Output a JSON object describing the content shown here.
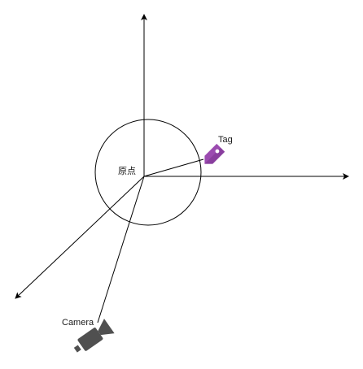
{
  "labels": {
    "origin": "原点",
    "tag": "Tag",
    "camera": "Camera"
  },
  "icons": {
    "tag": "tag-icon",
    "camera": "video-camera-icon"
  },
  "colors": {
    "stroke": "#000000",
    "tag_fill": "#9b4bb0",
    "tag_dark": "#7a3590",
    "camera_fill": "#505050"
  }
}
